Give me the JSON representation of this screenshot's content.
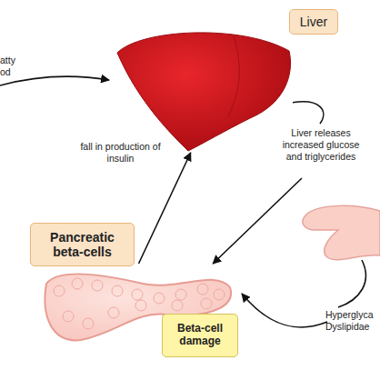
{
  "diagram": {
    "nodes": [
      {
        "text": [
          "Liver"
        ]
      },
      {
        "text": [
          "Pancreatic beta-cells",
          "Beta-cell damage"
        ]
      }
    ],
    "edges": [
      {
        "from": 1,
        "to": 0,
        "arrow": "to",
        "label": "fall in production of insulin"
      },
      {
        "from": 0,
        "to": 1,
        "arrow": "to",
        "label": "Liver releases increased glucose and triglycerides"
      }
    ],
    "labels": [
      "atty od",
      "Hyperglyca Dyslipidae"
    ]
  }
}
